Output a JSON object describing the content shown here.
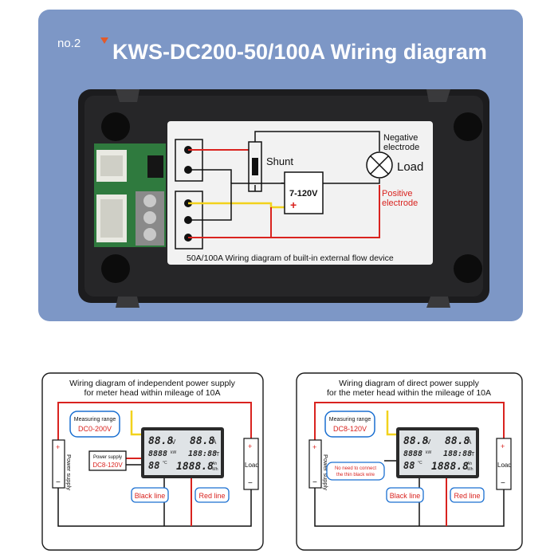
{
  "header": {
    "number": "no.2",
    "title": "KWS-DC200-50/100A Wiring diagram"
  },
  "top_diagram": {
    "shunt_label": "Shunt",
    "negative_label_line1": "Negative",
    "negative_label_line2": "electrode",
    "load_label": "Load",
    "positive_label_line1": "Positive",
    "positive_label_line2": "electrode",
    "voltage_label": "7-120V",
    "minus_sign": "-",
    "plus_sign": "+",
    "caption": "50A/100A Wiring diagram of built-in external flow device"
  },
  "panel_left": {
    "title_line1": "Wiring diagram of independent power supply",
    "title_line2": "for meter head within mileage of 10A",
    "measuring_range_label": "Measuring range",
    "measuring_range_value": "DC0-200V",
    "power_supply_label": "Power supply",
    "power_supply_value": "DC8-120V",
    "power_supply_side_label": "Power supply",
    "load_label": "Load",
    "black_line_label": "Black line",
    "red_line_label": "Red line"
  },
  "panel_right": {
    "title_line1": "Wiring diagram of direct power supply",
    "title_line2": "for the meter head within the mileage of 10A",
    "measuring_range_label": "Measuring range",
    "measuring_range_value": "DC8-120V",
    "note_line1": "No need to connect",
    "note_line2": "the thin black wire",
    "power_supply_side_label": "Power supply",
    "load_label": "Load",
    "black_line_label": "Black line",
    "red_line_label": "Red line"
  },
  "lcd": {
    "row1_left": "88.8",
    "row1_left_unit": "V",
    "row1_right": "88.8",
    "row1_right_unit": "A",
    "row2_left": "8888",
    "row2_left_unit": "kW",
    "row2_right": "188:88",
    "row2_right_unit": "T",
    "row3_left": "88",
    "row3_left_unit": "°C",
    "row3_right": "1888.8",
    "row3_right_unit": "Ah",
    "row3_right_unit2": "Wh"
  },
  "terminal_signs": {
    "plus": "+",
    "minus": "−"
  },
  "colors": {
    "panel_bg": "#7d97c6",
    "device_body": "#1c1c1e",
    "label_bg": "#f2f2f2",
    "red_wire": "#d9231f",
    "yellow_wire": "#f2d21c",
    "black_wire": "#111111",
    "title_text": "#ffffff",
    "accent_red": "#e02020",
    "note_blue": "#1a6fd1"
  }
}
